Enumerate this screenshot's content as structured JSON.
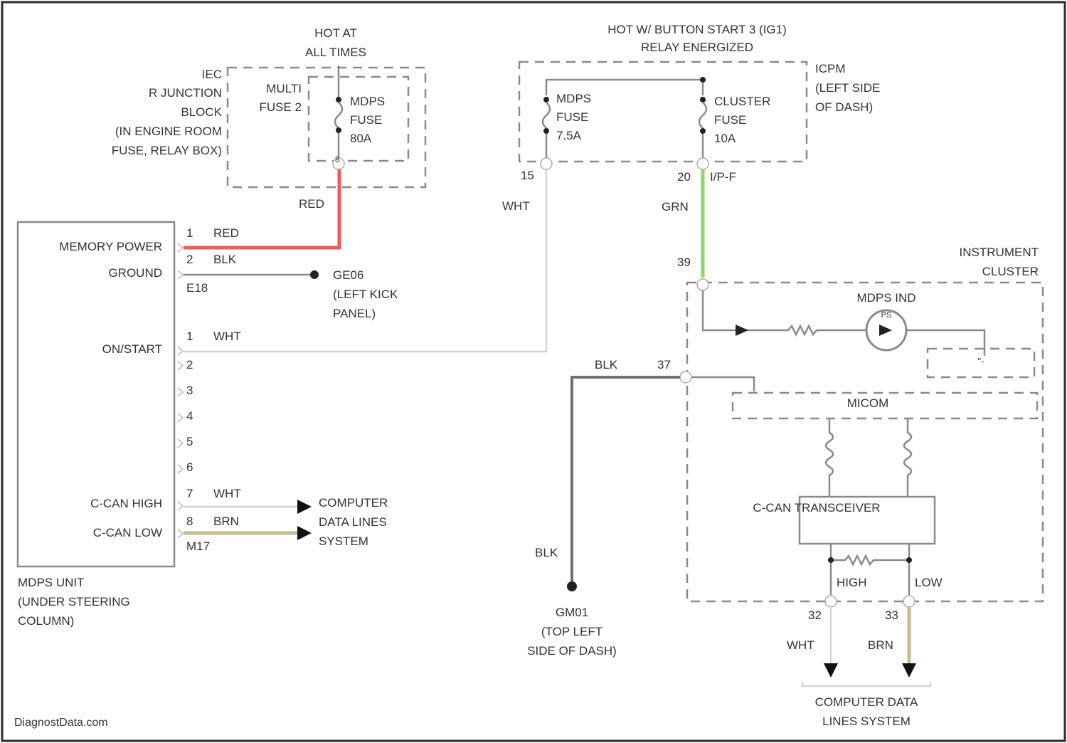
{
  "colors": {
    "red_wire": "#f05a5a",
    "green_wire": "#8ed46a",
    "tan_wire": "#c8b98a",
    "gray_line": "#8a8a8a",
    "border": "#2b2b2b"
  },
  "header": {
    "hot_at_all_times": [
      "HOT AT",
      "ALL TIMES"
    ],
    "hot_start": [
      "HOT W/ BUTTON START 3 (IG1)",
      "RELAY ENERGIZED"
    ]
  },
  "junction_block": {
    "label": [
      "IEC",
      "R JUNCTION",
      "BLOCK",
      "(IN ENGINE ROOM",
      "FUSE, RELAY BOX)"
    ],
    "multi_fuse": [
      "MULTI",
      "FUSE 2"
    ],
    "mdps_fuse": [
      "MDPS",
      "FUSE",
      "80A"
    ],
    "terminal": "8"
  },
  "icpm": {
    "label": [
      "ICPM",
      "(LEFT SIDE",
      "OF DASH)"
    ],
    "mdps_fuse": [
      "MDPS",
      "FUSE",
      "7.5A"
    ],
    "cluster_fuse": [
      "CLUSTER",
      "FUSE",
      "10A"
    ],
    "pin_left": "15",
    "pin_right": "20",
    "connector_right": "I/P-F"
  },
  "wires": {
    "red": "RED",
    "blk": "BLK",
    "wht": "WHT",
    "grn": "GRN",
    "brn": "BRN"
  },
  "mdps_unit": {
    "pins": [
      {
        "num": "1",
        "label": "MEMORY POWER",
        "wire": "RED"
      },
      {
        "num": "2",
        "label": "GROUND",
        "wire": "BLK"
      },
      {
        "num": "1",
        "label": "ON/START",
        "wire": "WHT"
      },
      {
        "num": "2",
        "label": "",
        "wire": ""
      },
      {
        "num": "3",
        "label": "",
        "wire": ""
      },
      {
        "num": "4",
        "label": "",
        "wire": ""
      },
      {
        "num": "5",
        "label": "",
        "wire": ""
      },
      {
        "num": "6",
        "label": "",
        "wire": ""
      },
      {
        "num": "7",
        "label": "C-CAN HIGH",
        "wire": "WHT"
      },
      {
        "num": "8",
        "label": "C-CAN LOW",
        "wire": "BRN"
      }
    ],
    "connector_a": "E18",
    "connector_b": "M17",
    "caption": [
      "MDPS UNIT",
      "(UNDER STEERING",
      "COLUMN)"
    ]
  },
  "ground_ge06": {
    "name": "GE06",
    "location": [
      "(LEFT KICK",
      "PANEL)"
    ]
  },
  "ground_gm01": {
    "name": "GM01",
    "location": [
      "(TOP LEFT",
      "SIDE OF DASH)"
    ]
  },
  "computer_data_left": [
    "COMPUTER",
    "DATA LINES",
    "SYSTEM"
  ],
  "computer_data_bottom": [
    "COMPUTER DATA",
    "LINES SYSTEM"
  ],
  "cluster": {
    "label": [
      "INSTRUMENT",
      "CLUSTER"
    ],
    "pin_top": "39",
    "pin_ground": "37",
    "pin_high": "32",
    "pin_low": "33",
    "mdps_ind": "MDPS IND",
    "mdps_ind_short": "PS",
    "mdps_ind_drive": "\"-"
  },
  "micom": "MICOM",
  "transceiver": "C-CAN TRANSCEIVER",
  "high_label": "HIGH",
  "low_label": "LOW",
  "watermark": "DiagnostData.com"
}
